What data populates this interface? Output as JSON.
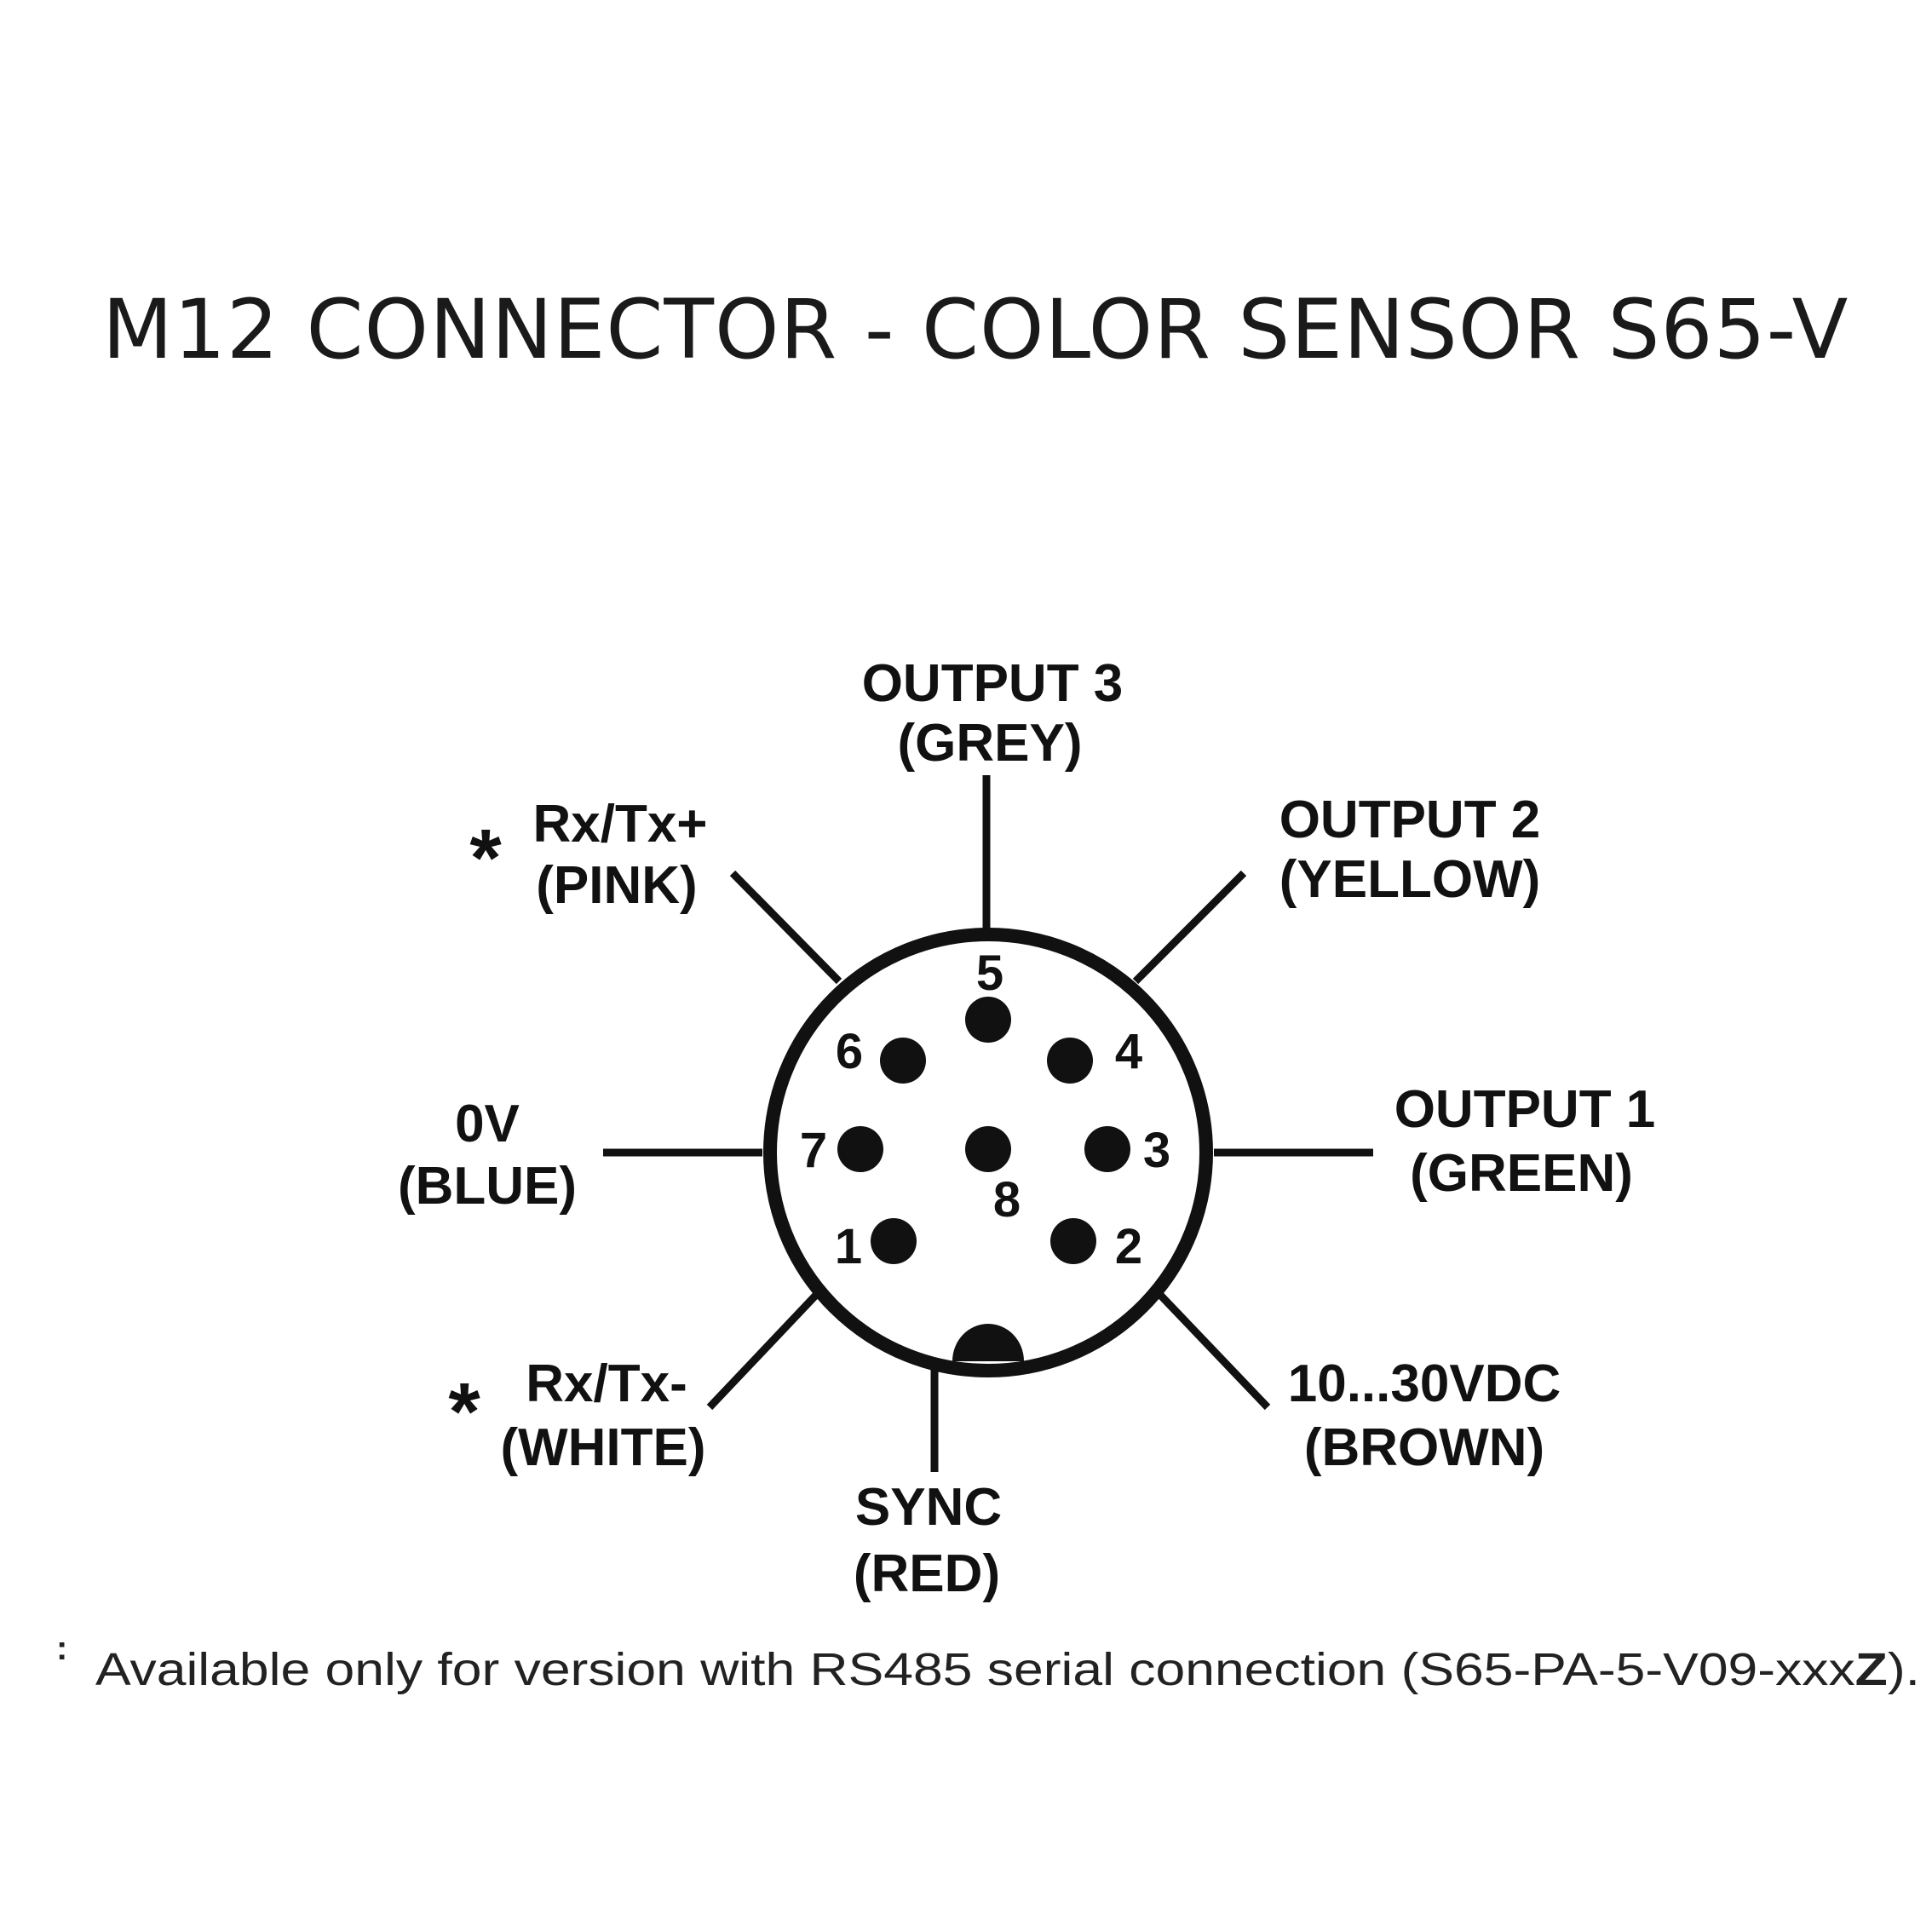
{
  "title": "M12 CONNECTOR - COLOR SENSOR S65-V",
  "pins": [
    {
      "number": "1",
      "function": "SYNC",
      "color": "(RED)"
    },
    {
      "number": "2",
      "function": "10...30VDC",
      "color": "(BROWN)"
    },
    {
      "number": "3",
      "function": "OUTPUT 1",
      "color": "(GREEN)"
    },
    {
      "number": "4",
      "function": "OUTPUT 2",
      "color": "(YELLOW)"
    },
    {
      "number": "5",
      "function": "OUTPUT 3",
      "color": "(GREY)"
    },
    {
      "number": "6",
      "function": "Rx/Tx+",
      "color": "(PINK)",
      "asterisk": "*"
    },
    {
      "number": "7",
      "function": "0V",
      "color": "(BLUE)"
    },
    {
      "number": "8",
      "function": "Rx/Tx-",
      "color": "(WHITE)",
      "asterisk": "*"
    }
  ],
  "footnote": {
    "mark": ":",
    "text": "Available only for version with RS485 serial connection (S65-PA-5-V09-xxx",
    "bold": "Z",
    "end": ")."
  }
}
